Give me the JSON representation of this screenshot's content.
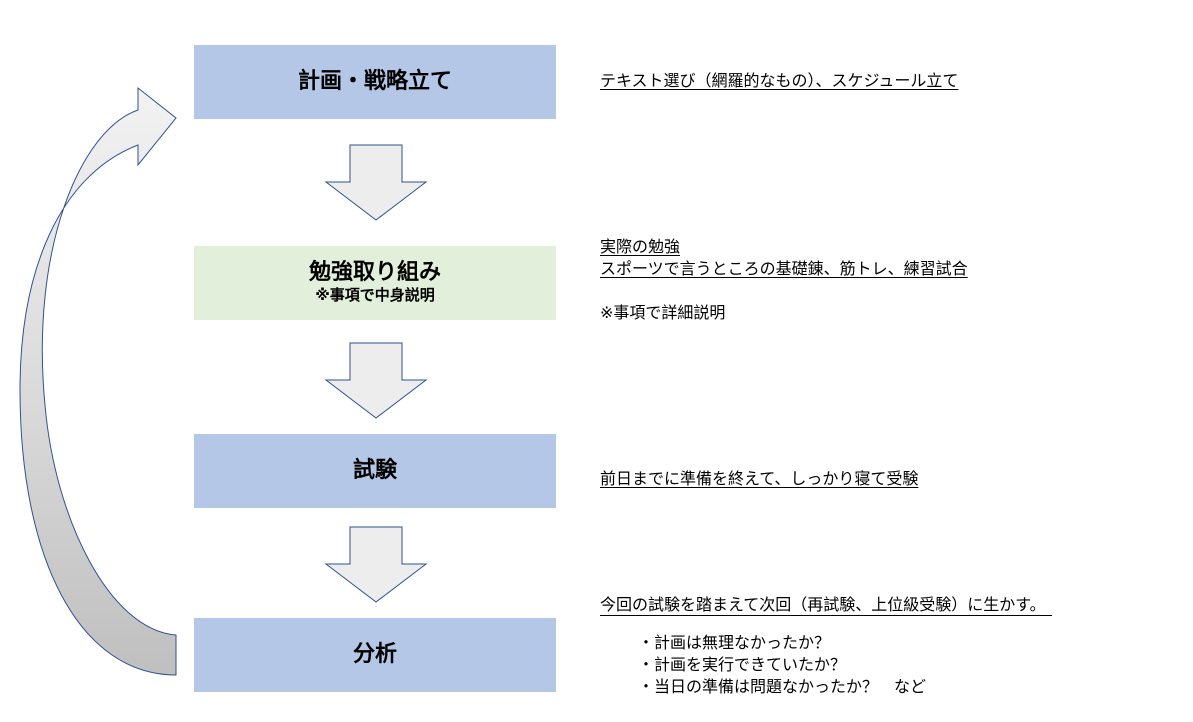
{
  "steps": [
    {
      "title": "計画・戦略立て",
      "subtitle": ""
    },
    {
      "title": "勉強取り組み",
      "subtitle": "※事項で中身説明"
    },
    {
      "title": "試験",
      "subtitle": ""
    },
    {
      "title": "分析",
      "subtitle": ""
    }
  ],
  "notes": {
    "plan": "テキスト選び（網羅的なもの）、スケジュール立て",
    "study_line1": "実際の勉強",
    "study_line2": "スポーツで言うところの基礎錬、筋トレ、練習試合",
    "study_line3": "※事項で詳細説明",
    "exam": "前日までに準備を終えて、しっかり寝て受験",
    "analysis_head": "今回の試験を踏まえて次回（再試験、上位級受験）に生かす。",
    "analysis_items": [
      "・計画は無理なかったか？",
      "・計画を実行できていたか？",
      "・当日の準備は問題なかったか？　など"
    ]
  },
  "colors": {
    "blue_box": "#b4c7e7",
    "green_box": "#e2efda",
    "arrow_fill": "#ededed",
    "arrow_stroke": "#2f528f",
    "loop_dark": "#bfbfbf",
    "loop_light": "#f2f2f2"
  }
}
